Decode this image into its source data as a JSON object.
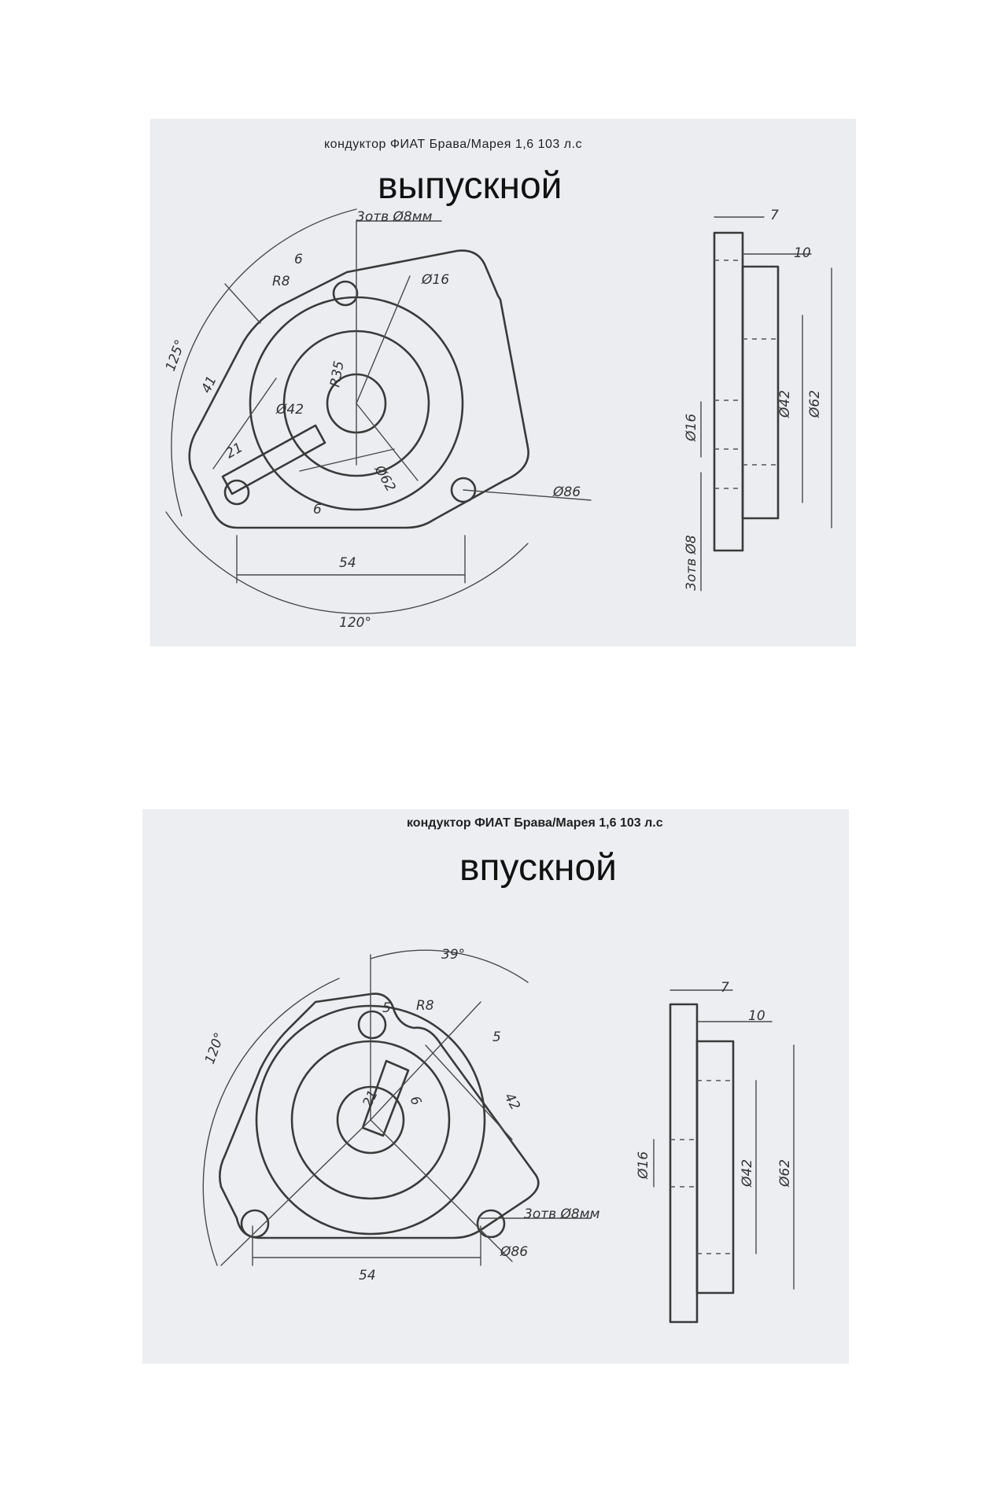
{
  "sheet_top": {
    "caption": "кондуктор   ФИАТ  Брава/Марея 1,6 103 л.с",
    "title": "выпускной",
    "labels": {
      "holes": "3отв Ø8мм",
      "bore": "Ø16",
      "r8": "R8",
      "six_top": "6",
      "angle_125": "125°",
      "len_41": "41",
      "r35": "R35",
      "d42": "Ø42",
      "d62": "Ø62",
      "d86": "Ø86",
      "w21": "21",
      "six_bottom": "6",
      "w54": "54",
      "angle_120": "120°",
      "side_7": "7",
      "side_10": "10",
      "side_d16": "Ø16",
      "side_d42": "Ø42",
      "side_d62": "Ø62",
      "side_holes": "3отв Ø8"
    }
  },
  "sheet_bottom": {
    "caption": "кондуктор ФИАТ  Брава/Марея  1,6  103 л.с",
    "title": "впускной",
    "labels": {
      "angle_39": "39°",
      "five_top": "5",
      "r8": "R8",
      "five_right": "5",
      "angle_120": "120°",
      "w21": "21",
      "six": "6",
      "len_42": "42",
      "holes": "3отв Ø8мм",
      "d86": "Ø86",
      "w54": "54",
      "side_7": "7",
      "side_10": "10",
      "side_d16": "Ø16",
      "side_d42": "Ø42",
      "side_d62": "Ø62"
    }
  }
}
